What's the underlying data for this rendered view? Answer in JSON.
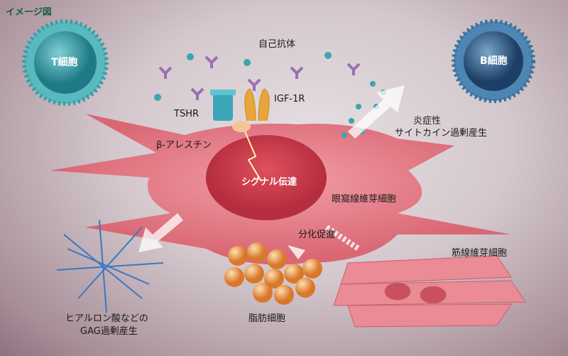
{
  "title": "イメージ図",
  "labels": {
    "t_cell": "T細胞",
    "b_cell": "B細胞",
    "autoantibody": "自己抗体",
    "tshr": "TSHR",
    "igf1r": "IGF-1R",
    "cytokine_line1": "炎症性",
    "cytokine_line2": "サイトカイン過剰産生",
    "beta_arrestin": "β-アレスチン",
    "signal": "シグナル伝達",
    "orbital_fibroblast": "眼窩線維芽細胞",
    "differentiation": "分化促進",
    "myofibroblast": "筋線維芽細胞",
    "gag_line1": "ヒアルロン酸などの",
    "gag_line2": "GAG過剰産生",
    "adipocyte": "脂肪細胞"
  },
  "colors": {
    "title": "#1f5a3c",
    "cell": "#e07a86",
    "nucleus": "#c9404f",
    "t_cell": "#2f9aa3",
    "b_cell": "#2f5f86"
  }
}
